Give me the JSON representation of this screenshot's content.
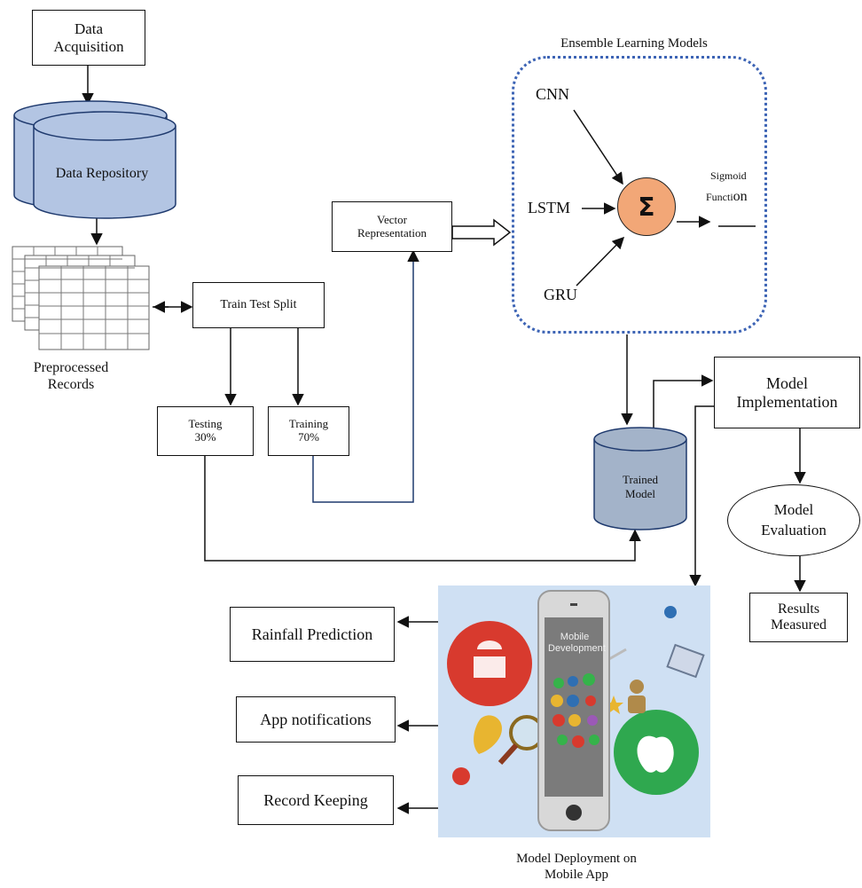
{
  "nodes": {
    "data_acquisition": "Data\nAcquisition",
    "data_repository": "Data Repository",
    "preprocessed_records": "Preprocessed\nRecords",
    "train_test_split": "Train Test Split",
    "testing": "Testing\n30%",
    "training": "Training\n70%",
    "vector_representation": "Vector\nRepresentation",
    "ensemble_title": "Ensemble Learning  Models",
    "cnn": "CNN",
    "lstm": "LSTM",
    "gru": "GRU",
    "sigma": "Σ",
    "sigmoid_a": "Sigmoid",
    "sigmoid_b": "Functi",
    "sigmoid_c": "on",
    "trained_model": "Trained\nModel",
    "model_implementation": "Model\nImplementation",
    "model_evaluation": "Model\nEvaluation",
    "results_measured": "Results\nMeasured",
    "rainfall_prediction": "Rainfall Prediction",
    "app_notifications": "App notifications",
    "record_keeping": "Record Keeping",
    "model_deployment": "Model Deployment on\nMobile App",
    "phone_screen_title": "Mobile\nDevelopment"
  },
  "colors": {
    "cylinder_blue": "#b3c5e3",
    "cylinder_border": "#1f3a6e",
    "trained_model_fill": "#a3b3c9",
    "sigma_fill": "#f2a777",
    "ensemble_border": "#3d64b5",
    "app_bg": "#cfe0f3"
  }
}
